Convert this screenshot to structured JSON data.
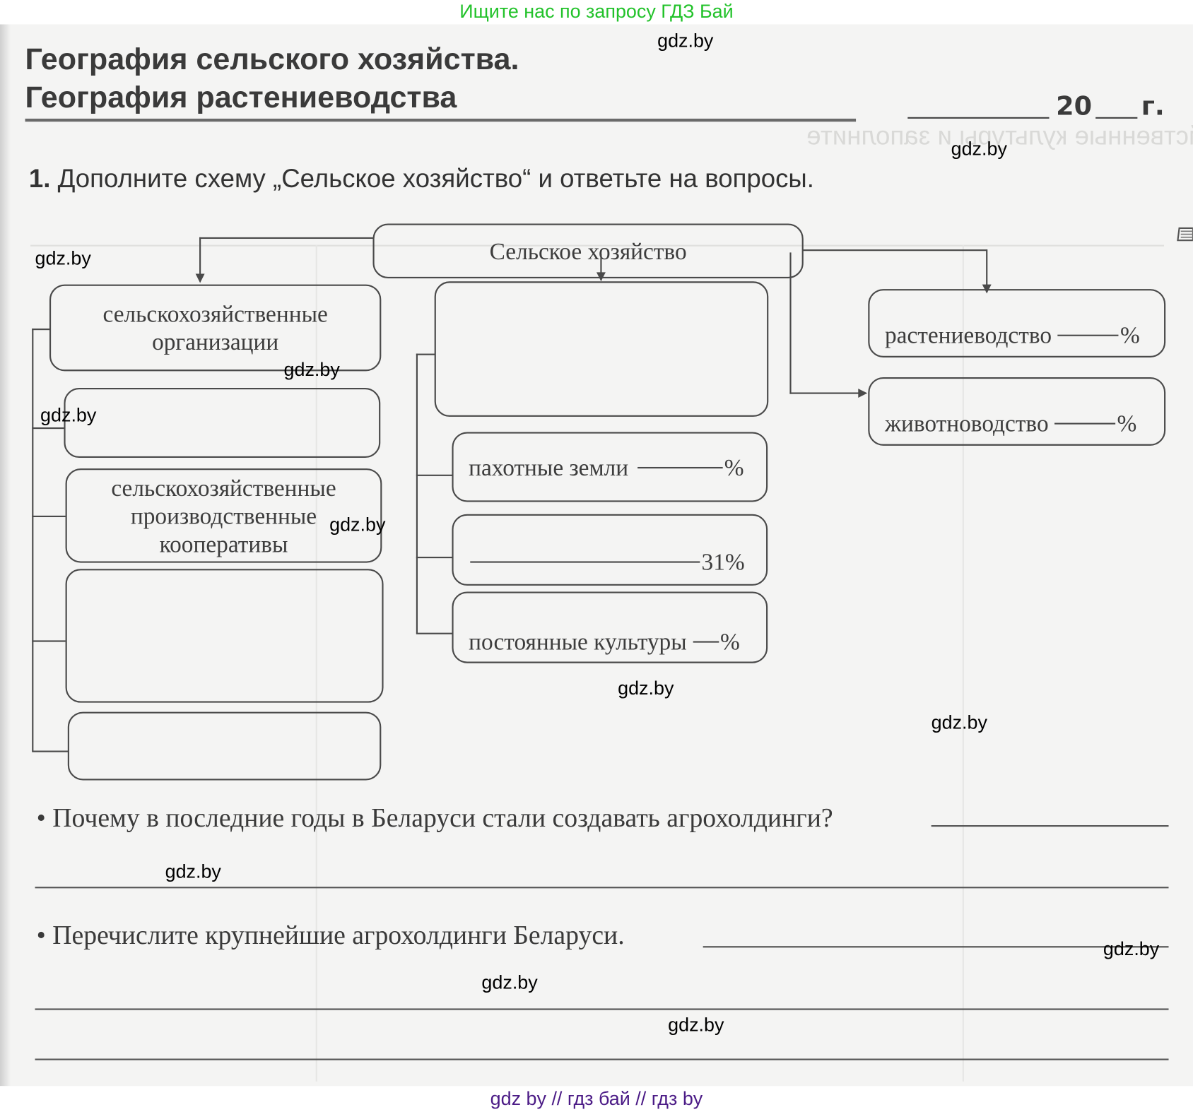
{
  "banner": {
    "text": "Ищите нас по запросу ГДЗ Бай",
    "color": "#22c22a"
  },
  "header": {
    "title_line1": "География сельского хозяйства.",
    "title_line2": "География растениеводства",
    "date_year_prefix": "20",
    "date_suffix": "г."
  },
  "task": {
    "number": "1.",
    "text": "Дополните схему „Сельское хозяйство“ и ответьте на вопросы."
  },
  "scheme": {
    "root": "Сельское хозяйство",
    "left_branch": [
      {
        "label": "сельскохозяйственные организации"
      },
      {
        "label": ""
      },
      {
        "label": "сельскохозяйственные производственные кооперативы"
      },
      {
        "label": ""
      },
      {
        "label": ""
      }
    ],
    "middle_top": {
      "label": ""
    },
    "middle_branch": [
      {
        "label": "пахотные земли",
        "value": "",
        "unit": "%"
      },
      {
        "label": "",
        "value": "31",
        "unit": "%"
      },
      {
        "label": "постоянные культуры",
        "value": "",
        "unit": "%"
      }
    ],
    "right_branch": [
      {
        "label": "растениеводство",
        "value": "",
        "unit": "%"
      },
      {
        "label": "животноводство",
        "value": "",
        "unit": "%"
      }
    ]
  },
  "questions": [
    {
      "bullet": "•",
      "text": "Почему в последние годы в Беларуси стали создавать агрохолдинги?",
      "answer": ""
    },
    {
      "bullet": "•",
      "text": "Перечислите крупнейшие агрохолдинги Беларуси.",
      "answer": ""
    }
  ],
  "watermarks": {
    "label": "gdz.by"
  },
  "footer": {
    "text": "gdz by  //  гдз бай  //  гдз by",
    "color": "#4b1b86"
  }
}
